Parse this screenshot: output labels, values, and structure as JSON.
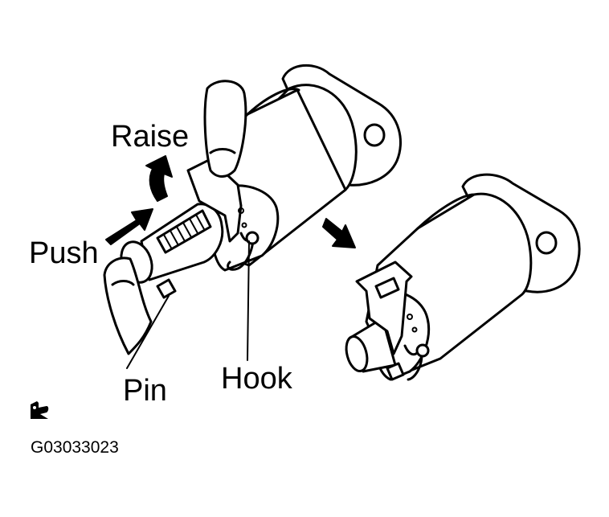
{
  "labels": {
    "raise": "Raise",
    "push": "Push",
    "pin": "Pin",
    "hook": "Hook"
  },
  "figure_code": "G03033023",
  "icons": {
    "reference": "book-reference-icon",
    "push_arrow": "arrow-right-icon",
    "raise_arrow": "curved-arrow-up-icon",
    "remove_arrow": "arrow-down-right-icon"
  }
}
